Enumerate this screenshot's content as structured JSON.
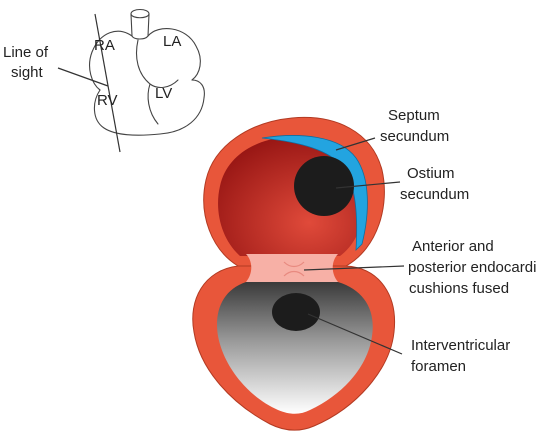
{
  "inset": {
    "chambers": {
      "ra": "RA",
      "la": "LA",
      "rv": "RV",
      "lv": "LV"
    },
    "line_of_sight": [
      "Line of",
      "sight"
    ]
  },
  "labels": {
    "septum_secundum": [
      "Septum",
      "secundum"
    ],
    "ostium_secundum": [
      "Ostium",
      "secundum"
    ],
    "endocardial_cushions": [
      "Anterior and",
      "posterior endocardi",
      "cushions fused"
    ],
    "interventricular_foramen": [
      "Interventricular",
      "foramen"
    ]
  },
  "colors": {
    "wall": "#E8563A",
    "wall_outline": "#B23A22",
    "atrium_dark": "#8E0F0F",
    "atrium_light": "#E04A3A",
    "septum_secundum": "#23A4E0",
    "cushions": "#F7B0A6",
    "ventricle_light": "#FFFFFF",
    "ventricle_dark": "#3A3A3A",
    "opening": "#1C1C1C"
  }
}
